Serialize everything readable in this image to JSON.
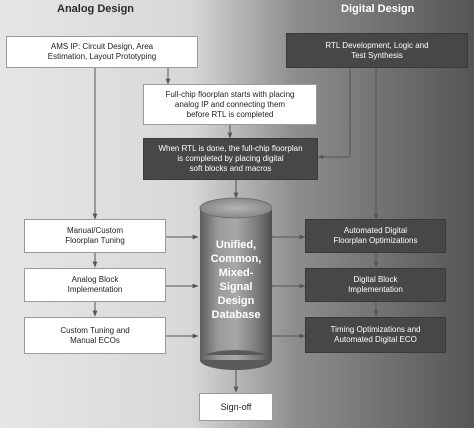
{
  "header": {
    "analog_title": "Analog Design",
    "digital_title": "Digital Design"
  },
  "boxes": {
    "ams_ip": [
      "AMS IP: Circuit Design, Area",
      "Estimation, Layout Prototyping"
    ],
    "rtl_dev": [
      "RTL Development, Logic and",
      "Test Synthesis"
    ],
    "floorplan_start": [
      "Full-chip floorplan starts with placing",
      "analog IP and connecting them",
      "before RTL is completed"
    ],
    "floorplan_complete": [
      "When RTL is done, the full-chip floorplan",
      "is completed by placing digital",
      "soft blocks and macros"
    ],
    "manual_floorplan": [
      "Manual/Custom",
      "Floorplan Tuning"
    ],
    "analog_block": [
      "Analog Block",
      "Implementation"
    ],
    "custom_tuning": [
      "Custom Tuning and",
      "Manual ECOs"
    ],
    "auto_floorplan": [
      "Automated Digital",
      "Floorplan Optimizations"
    ],
    "digital_block": [
      "Digital Block",
      "Implementation"
    ],
    "timing_opt": [
      "Timing Optimizations and",
      "Automated Digital ECO"
    ],
    "signoff": [
      "Sign-off"
    ]
  },
  "database": [
    "Unified,",
    "Common,",
    "Mixed-",
    "Signal",
    "Design",
    "Database"
  ]
}
